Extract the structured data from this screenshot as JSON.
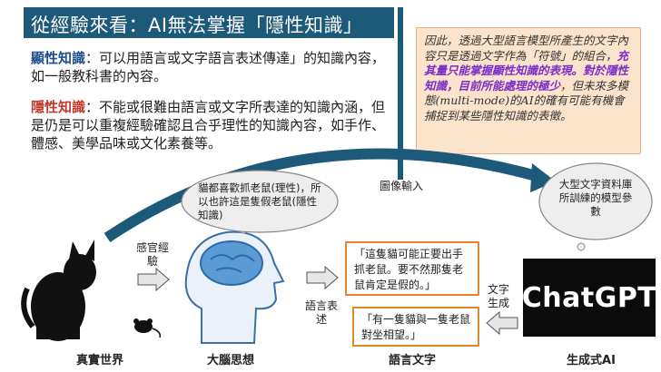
{
  "title": "從經驗來看：AI無法掌握「隱性知識」",
  "explicit": {
    "term": "顯性知識",
    "text": "：可以用語言或文字語言表述傳達」的知識內容，如一般教科書的內容。"
  },
  "tacit": {
    "term": "隱性知識",
    "text": "：不能或很難由語言或文字所表達的知識內涵，但是仍是可以重複經驗確認且合乎理性的知識內容，如手作、體感、美學品味或文化素養等。"
  },
  "note": {
    "part1": "因此，透過大型語言模型所產生的文字內容只是透過文字作為「符號」的組合，",
    "highlight1": "充其量只能掌握顯性知識的表現。對於隱性知識，目前所能處理的極少",
    "part2": "，但未來多模態(multi-mode)的AI的確有可能有機會捕捉到某些隱性知識的表徵。"
  },
  "diagram": {
    "thought_cloud": "貓都喜歡抓老鼠(理性)，所以也許這是隻假老鼠(隱性知識)",
    "image_input": "圖像輸入",
    "sense_experience": "感官經驗",
    "language_expression": "語言表述",
    "text_generation": "文字生成",
    "model_cloud": "大型文字資料庫所訓練的模型參數",
    "quote_top": "「這隻貓可能正要出手抓老鼠。要不然那隻老鼠肯定是假的。」",
    "quote_bottom": "「有一隻貓與一隻老鼠對坐相望。」",
    "chatgpt_logo": "ChatGPT",
    "labels": {
      "real_world": "真實世界",
      "brain": "大腦思想",
      "language": "語言文字",
      "gen_ai": "生成式AI"
    }
  },
  "colors": {
    "title_bg": "#1d5a7a",
    "explicit_term": "#1f4e8c",
    "tacit_term": "#c0392b",
    "note_bg": "#fbe3cc",
    "note_highlight": "#7b2ec7",
    "quote_border": "#e08a2b",
    "arc": "#1d5a7a"
  }
}
